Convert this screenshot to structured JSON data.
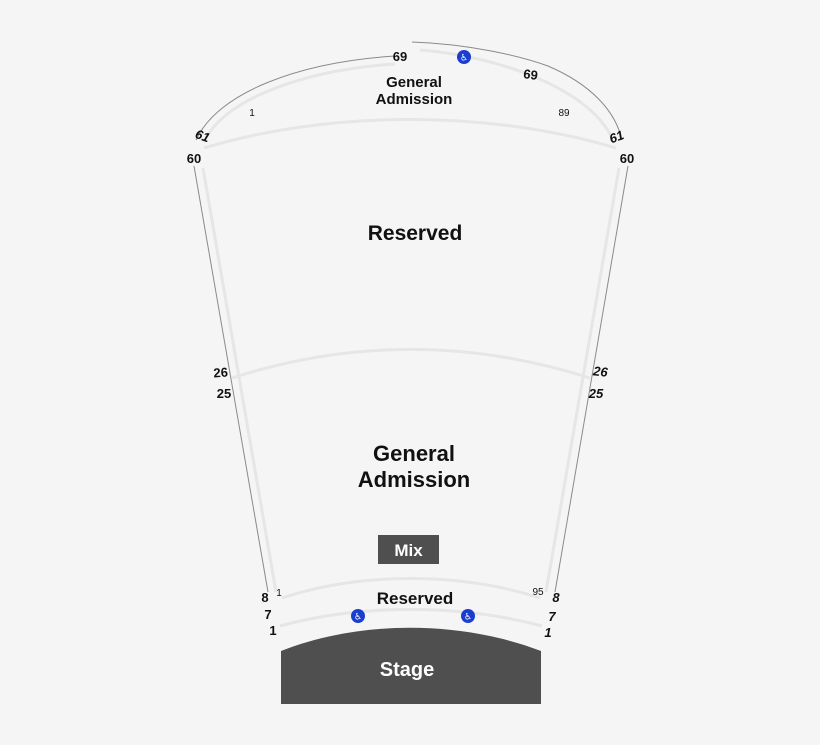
{
  "sections": {
    "upper_ga": {
      "line1": "General",
      "line2": "Admission"
    },
    "reserved_main": {
      "label": "Reserved"
    },
    "lower_ga": {
      "line1": "General",
      "line2": "Admission"
    },
    "reserved_front": {
      "label": "Reserved"
    }
  },
  "mix": {
    "label": "Mix"
  },
  "stage": {
    "label": "Stage"
  },
  "rows": {
    "top_left": "69",
    "top_right": "69",
    "r61_left": "61",
    "r61_right": "61",
    "r60_left": "60",
    "r60_right": "60",
    "r26_left": "26",
    "r26_right": "26",
    "r25_left": "25",
    "r25_right": "25",
    "r8_left": "8",
    "r8_right": "8",
    "r7_left": "7",
    "r7_right": "7",
    "r1_left": "1",
    "r1_right": "1"
  },
  "seats": {
    "upper_first": "1",
    "upper_last": "89",
    "front_first": "1",
    "front_last": "95"
  },
  "icons": {
    "accessible": "wheelchair-icon",
    "accessible_glyph": "♿",
    "accessible_color": "#1a3fcf"
  },
  "colors": {
    "background": "#f5f5f5",
    "outline": "#8a8a8a",
    "divider": "#e6e6e6",
    "mix_box": "#4f4f4f",
    "stage": "#4f4f4f"
  }
}
